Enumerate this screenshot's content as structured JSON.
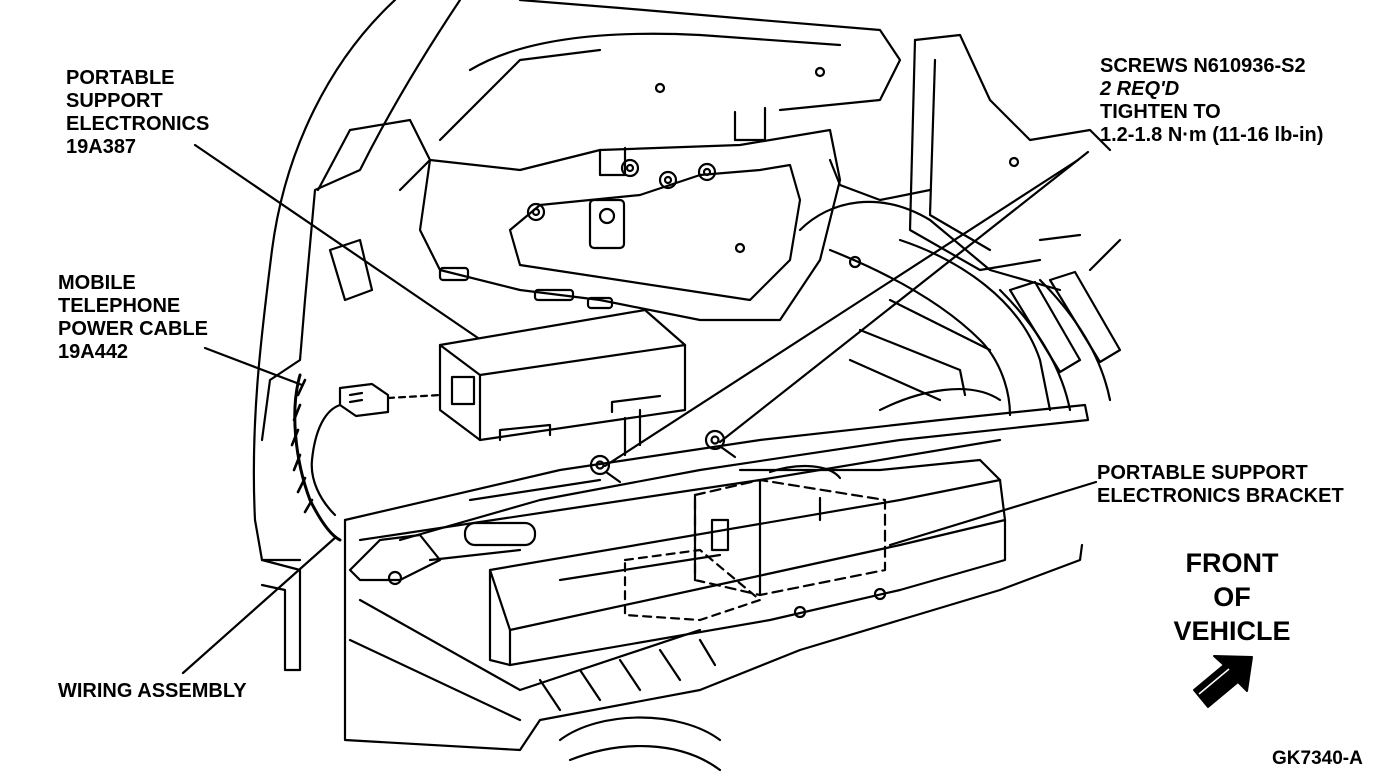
{
  "labels": {
    "pse": [
      "PORTABLE",
      "SUPPORT",
      "ELECTRONICS",
      "19A387"
    ],
    "cable": [
      "MOBILE",
      "TELEPHONE",
      "POWER CABLE",
      "19A442"
    ],
    "wiring": "WIRING ASSEMBLY",
    "screws": [
      "SCREWS N610936-S2",
      "2 REQ'D",
      "TIGHTEN TO",
      "1.2-1.8 N·m (11-16 lb-in)"
    ],
    "bracket": [
      "PORTABLE SUPPORT",
      "ELECTRONICS BRACKET"
    ]
  },
  "direction": [
    "FRONT",
    "OF",
    "VEHICLE"
  ],
  "figure_id": "GK7340-A",
  "colors": {
    "ink": "#000000",
    "paper": "#ffffff"
  },
  "icons": {
    "arrow": "front-arrow-icon"
  }
}
